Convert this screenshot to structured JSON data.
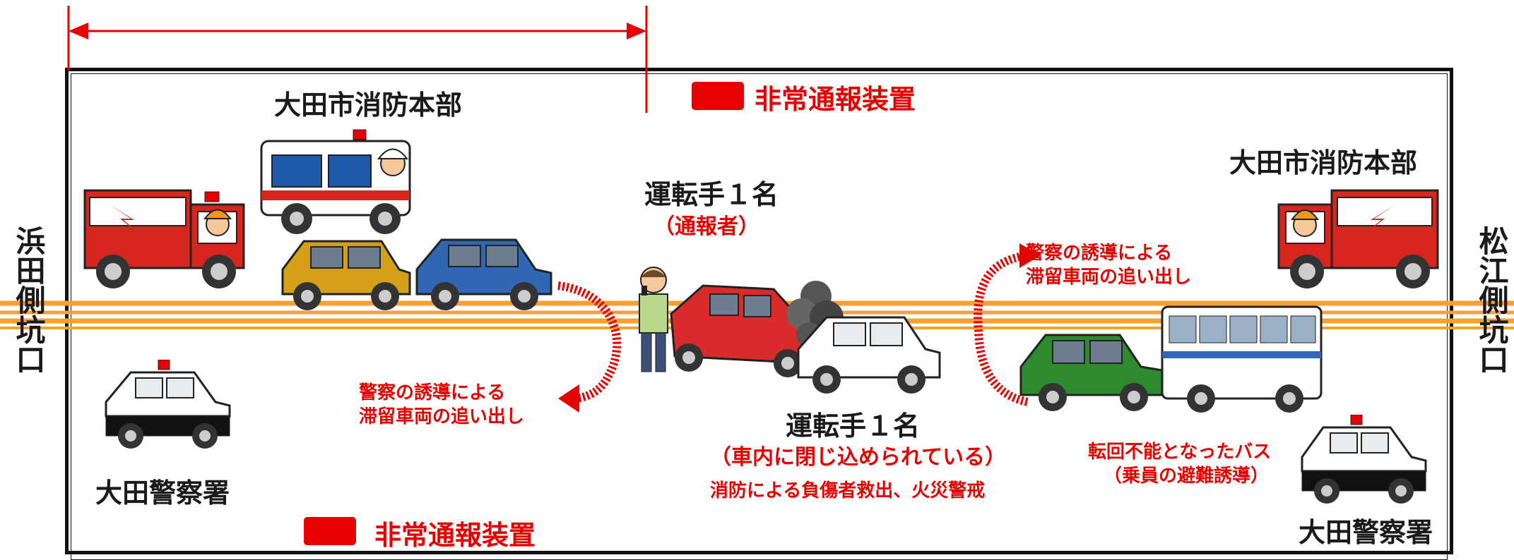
{
  "left_portal": "浜田側坑口",
  "right_portal": "松江側坑口",
  "fire_dept_left": "大田市消防本部",
  "fire_dept_right": "大田市消防本部",
  "emergency_device_top": "非常通報装置",
  "emergency_device_bottom": "非常通報装置",
  "driver_reporter": {
    "line1": "運転手１名",
    "line2": "（通報者）"
  },
  "driver_trapped": {
    "line1": "運転手１名",
    "line2": "（車内に閉じ込められている）"
  },
  "rescue_note": "消防による負傷者救出、火災警戒",
  "guidance_left": {
    "line1": "警察の誘導による",
    "line2": "滞留車両の追い出し"
  },
  "guidance_right": {
    "line1": "警察の誘導による",
    "line2": "滞留車両の追い出し"
  },
  "bus_note": {
    "line1": "転回不能となったバス",
    "line2": "（乗員の避難誘導）"
  },
  "police_left": "大田警察署",
  "police_right": "大田警察署",
  "colors": {
    "accent_red": "#e60000",
    "road_orange": "#f5a032",
    "frame": "#111111"
  }
}
